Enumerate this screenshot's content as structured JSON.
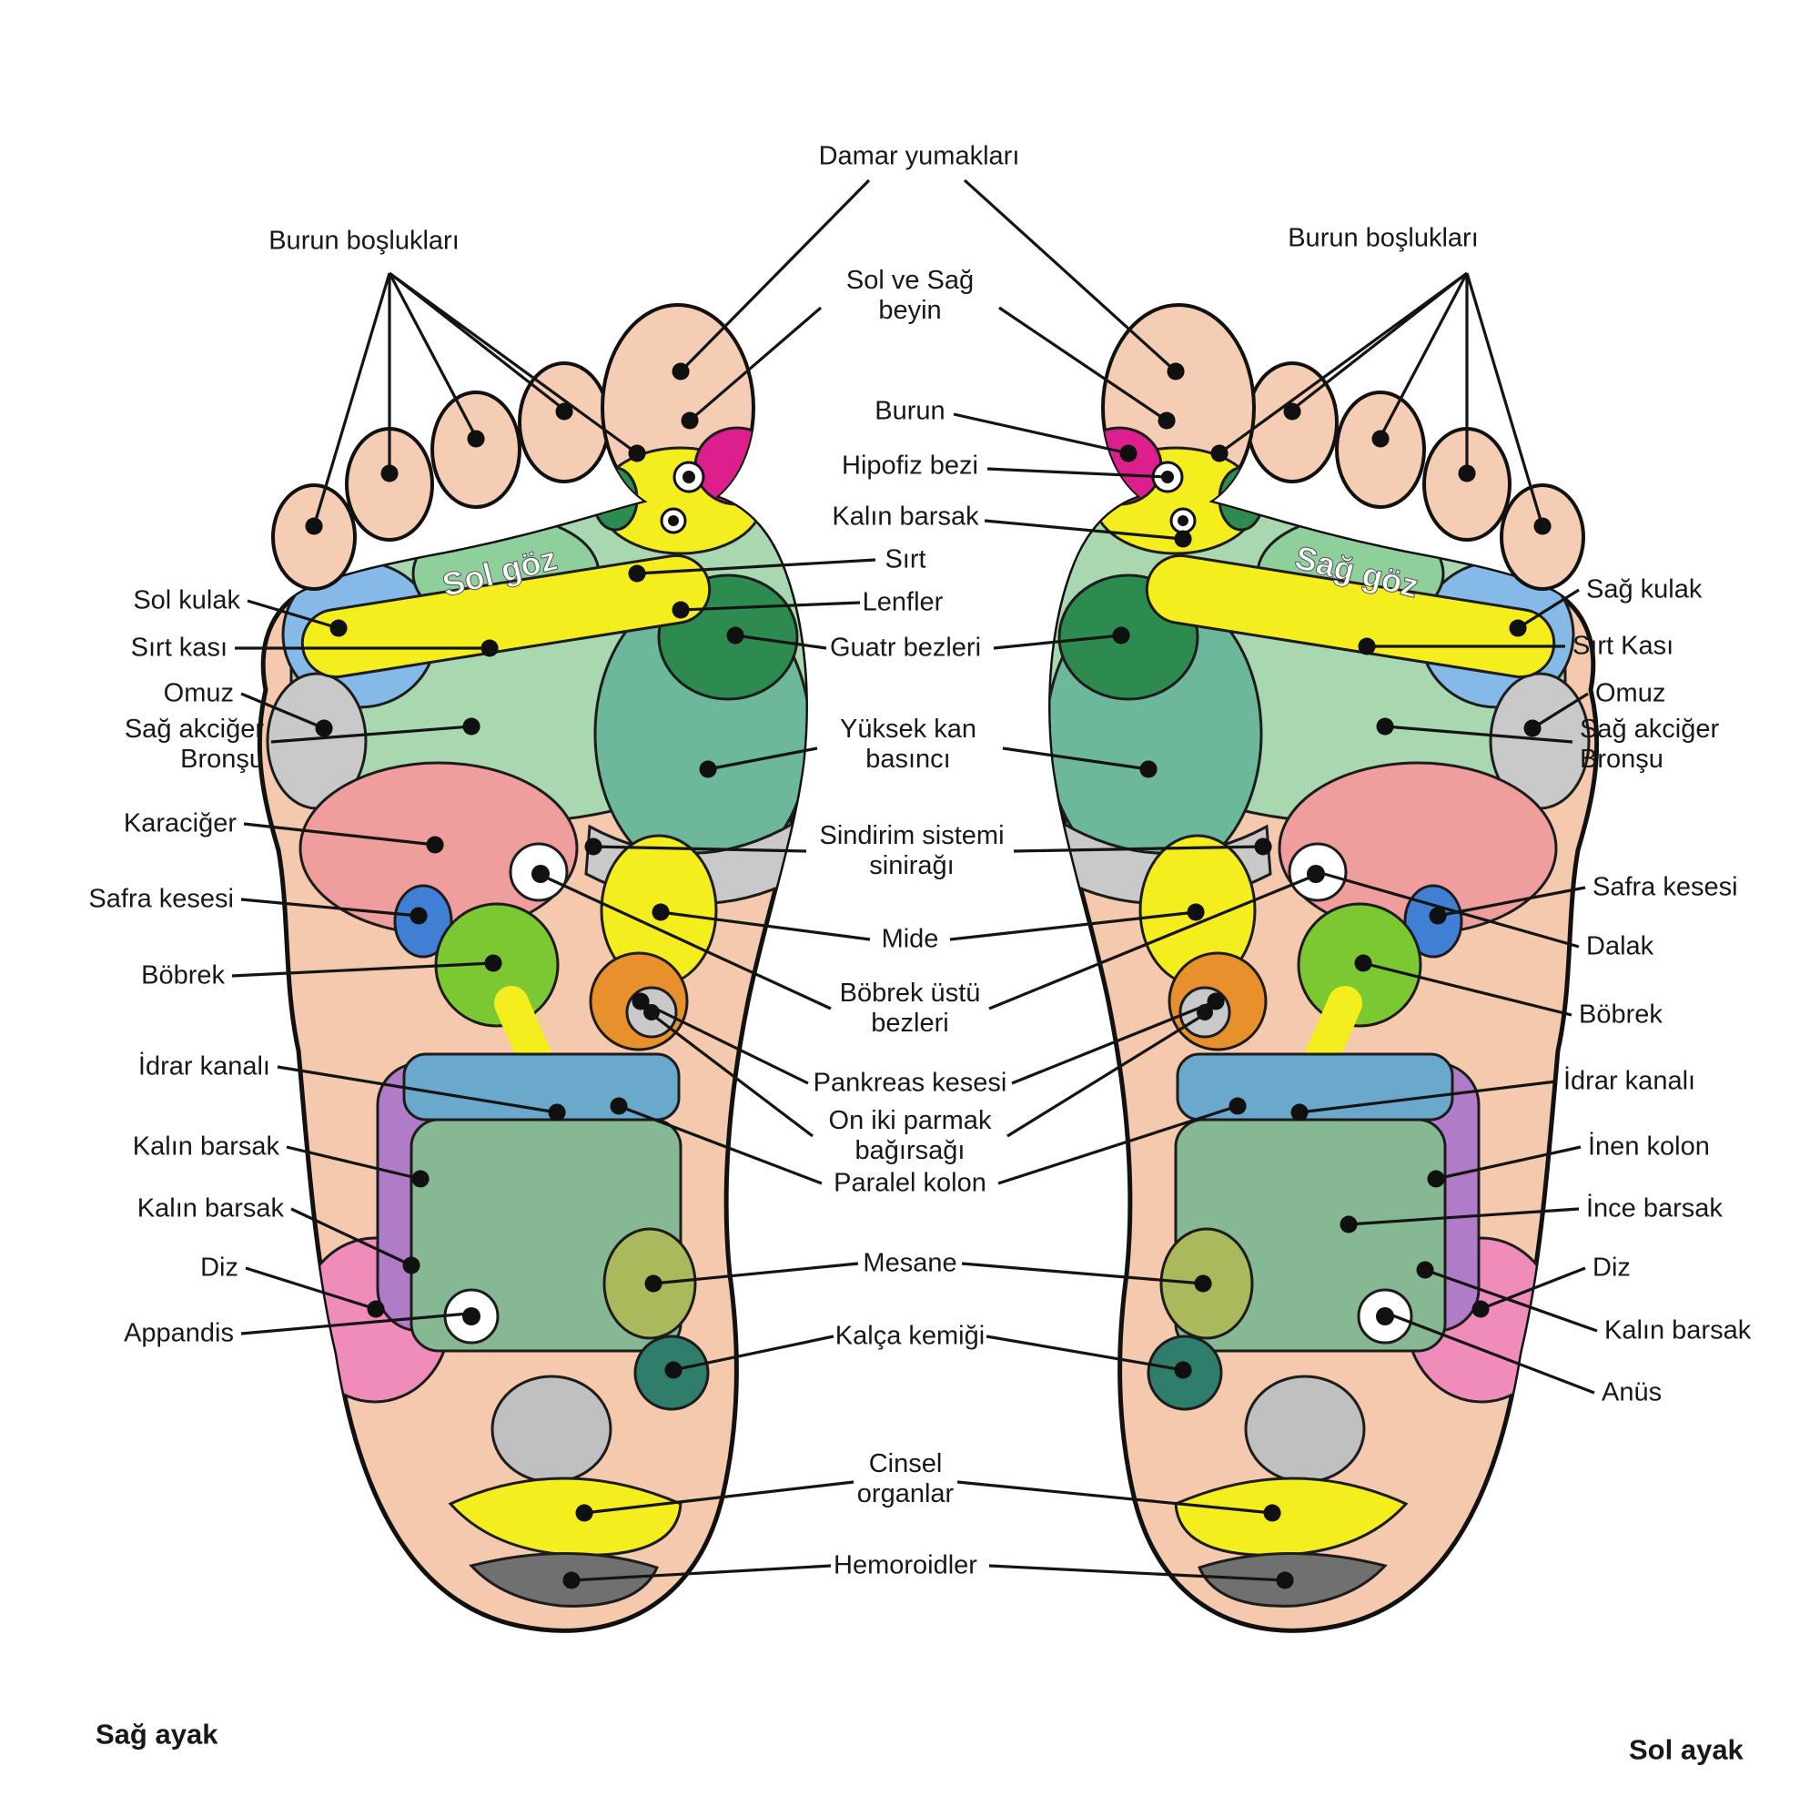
{
  "labels": {
    "center": [
      {
        "text": "Damar yumakları"
      },
      {
        "text": "Sol ve Sağ\nbeyin"
      },
      {
        "text": "Burun"
      },
      {
        "text": "Hipofiz bezi"
      },
      {
        "text": "Kalın barsak"
      },
      {
        "text": "Sırt"
      },
      {
        "text": "Lenfler"
      },
      {
        "text": "Guatr bezleri"
      },
      {
        "text": "Yüksek kan\nbasıncı"
      },
      {
        "text": "Sindirim sistemi\nsinirağı"
      },
      {
        "text": "Mide"
      },
      {
        "text": "Böbrek üstü\nbezleri"
      },
      {
        "text": "Pankreas kesesi"
      },
      {
        "text": "On iki parmak\nbağırsağı"
      },
      {
        "text": "Paralel kolon"
      },
      {
        "text": "Mesane"
      },
      {
        "text": "Kalça kemiği"
      },
      {
        "text": "Cinsel\norganlar"
      },
      {
        "text": "Hemoroidler"
      }
    ],
    "left": [
      {
        "text": "Burun boşlukları"
      },
      {
        "text": "Sol kulak"
      },
      {
        "text": "Sırt kası"
      },
      {
        "text": "Omuz"
      },
      {
        "text": "Sağ akciğer\nBronşu"
      },
      {
        "text": "Karaciğer"
      },
      {
        "text": "Safra kesesi"
      },
      {
        "text": "Böbrek"
      },
      {
        "text": "İdrar kanalı"
      },
      {
        "text": "Kalın barsak"
      },
      {
        "text": "Kalın barsak"
      },
      {
        "text": "Diz"
      },
      {
        "text": "Appandis"
      }
    ],
    "right": [
      {
        "text": "Burun boşlukları"
      },
      {
        "text": "Sağ kulak"
      },
      {
        "text": "Sırt Kası"
      },
      {
        "text": "Omuz"
      },
      {
        "text": "Sağ akciğer\nBronşu"
      },
      {
        "text": "Safra kesesi"
      },
      {
        "text": "Dalak"
      },
      {
        "text": "Böbrek"
      },
      {
        "text": "İdrar kanalı"
      },
      {
        "text": "İnen kolon"
      },
      {
        "text": "İnce barsak"
      },
      {
        "text": "Diz"
      },
      {
        "text": "Kalın barsak"
      },
      {
        "text": "Anüs"
      }
    ]
  },
  "foot_text": {
    "left_foot": "Sol göz",
    "right_foot": "Sağ göz"
  },
  "captions": {
    "bottom_left": "Sağ ayak",
    "bottom_right": "Sol ayak"
  },
  "colors": {
    "skin": "#f4c9ae",
    "toe": "#f5cdb4",
    "yellow": "#f4ee1e",
    "magenta": "#dd1f8e",
    "light_green": "#a9d8b0",
    "eye_green": "#8ecf9b",
    "dark_green": "#2e8b4f",
    "teal": "#6db89a",
    "blue": "#85b9e8",
    "gray": "#c9c9c9",
    "liver_pink": "#ef9d9d",
    "safra_blue": "#3f7fd4",
    "kidney_green": "#7cc832",
    "orange": "#e8912c",
    "colon_purple": "#b07cc8",
    "intestine_green": "#85b893",
    "band_blue": "#6aa8cc",
    "knee_pink": "#f08cba",
    "mesane_olive": "#a9b95c",
    "hip_teal": "#2f7d6b",
    "heel_gray": "#c0c0c0",
    "hemorrhoid_gray": "#707070",
    "line": "#141414"
  }
}
